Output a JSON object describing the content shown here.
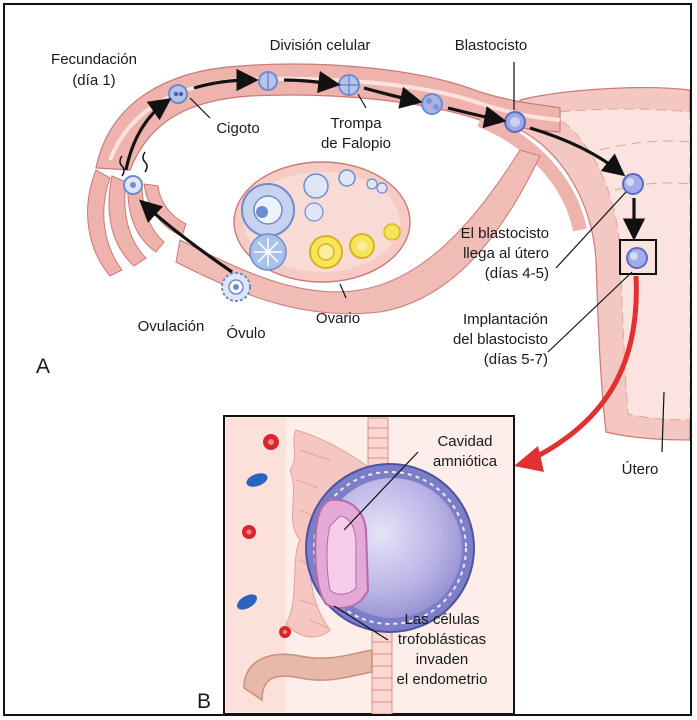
{
  "panel_a": {
    "letter": "A",
    "labels": {
      "fecundacion_1": "Fecundación",
      "fecundacion_2": "(día 1)",
      "division_celular": "División celular",
      "blastocisto": "Blastocisto",
      "cigoto": "Cigoto",
      "trompa_1": "Trompa",
      "trompa_2": "de Falopio",
      "llega_1": "El blastocisto",
      "llega_2": "llega al útero",
      "llega_3": "(días 4-5)",
      "ovulacion": "Ovulación",
      "ovulo": "Óvulo",
      "ovario": "Ovario",
      "implant_1": "Implantación",
      "implant_2": "del blastocisto",
      "implant_3": "(días 5-7)",
      "utero": "Útero"
    }
  },
  "panel_b": {
    "letter": "B",
    "labels": {
      "cavidad_1": "Cavidad",
      "cavidad_2": "amniótica",
      "celulas_1": "Las células",
      "celulas_2": "trofoblásticas",
      "celulas_3": "invaden",
      "celulas_4": "el endometrio"
    }
  },
  "colors": {
    "tube": "#e9aaa8",
    "tube_dark": "#c97a78",
    "tissue": "#f6d5cc",
    "cell": "#8a8fd6",
    "yellow": "#f1d41e",
    "red_cell": "#d8262c",
    "blue_cell": "#2a64c0",
    "arrow_red": "#e03030"
  }
}
